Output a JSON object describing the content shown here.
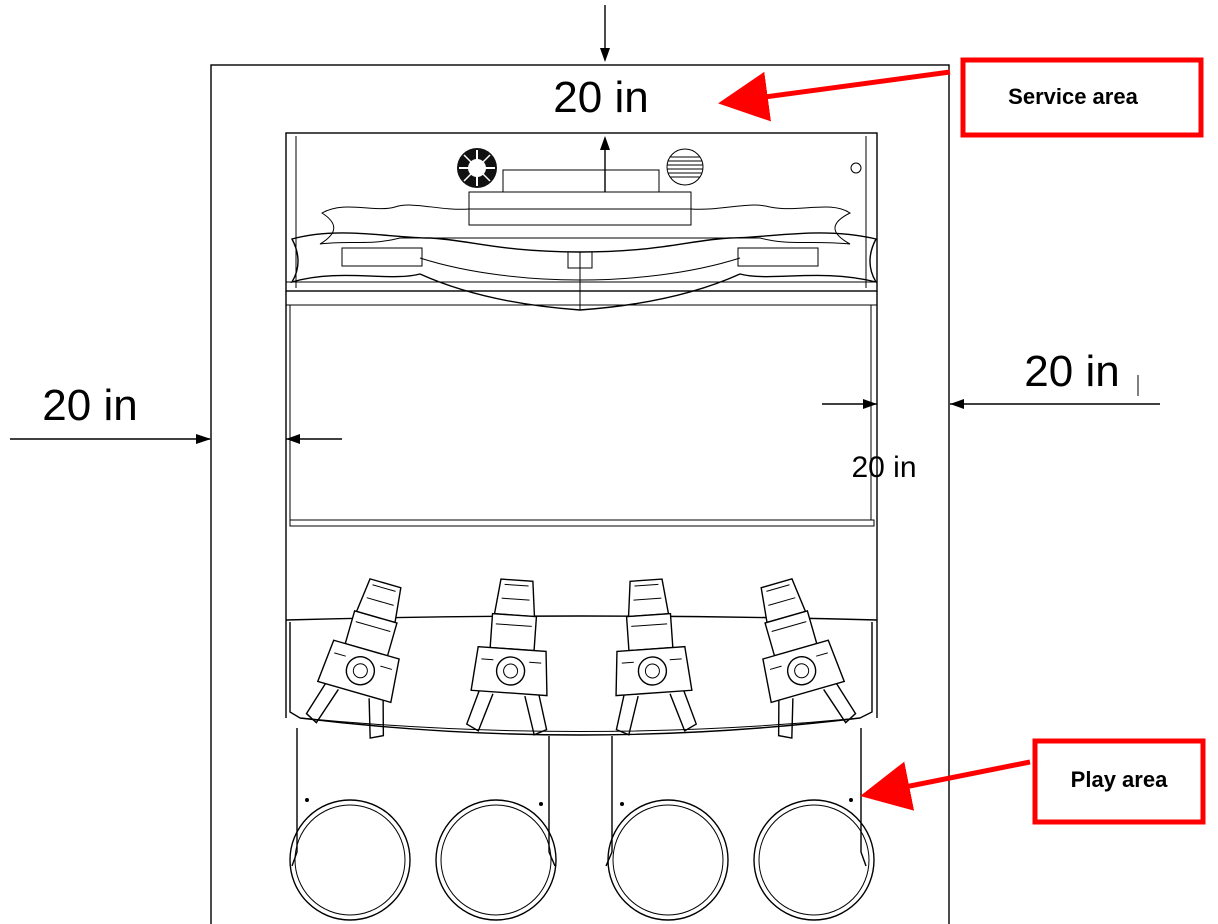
{
  "dimensions": {
    "top": "20 in",
    "left": "20 in",
    "right_outer": "20 in",
    "right_inner": "20 in"
  },
  "callouts": {
    "service": "Service area",
    "play": "Play area"
  },
  "colors": {
    "callout": "#ff0000",
    "line": "#000000",
    "background": "#ffffff"
  }
}
